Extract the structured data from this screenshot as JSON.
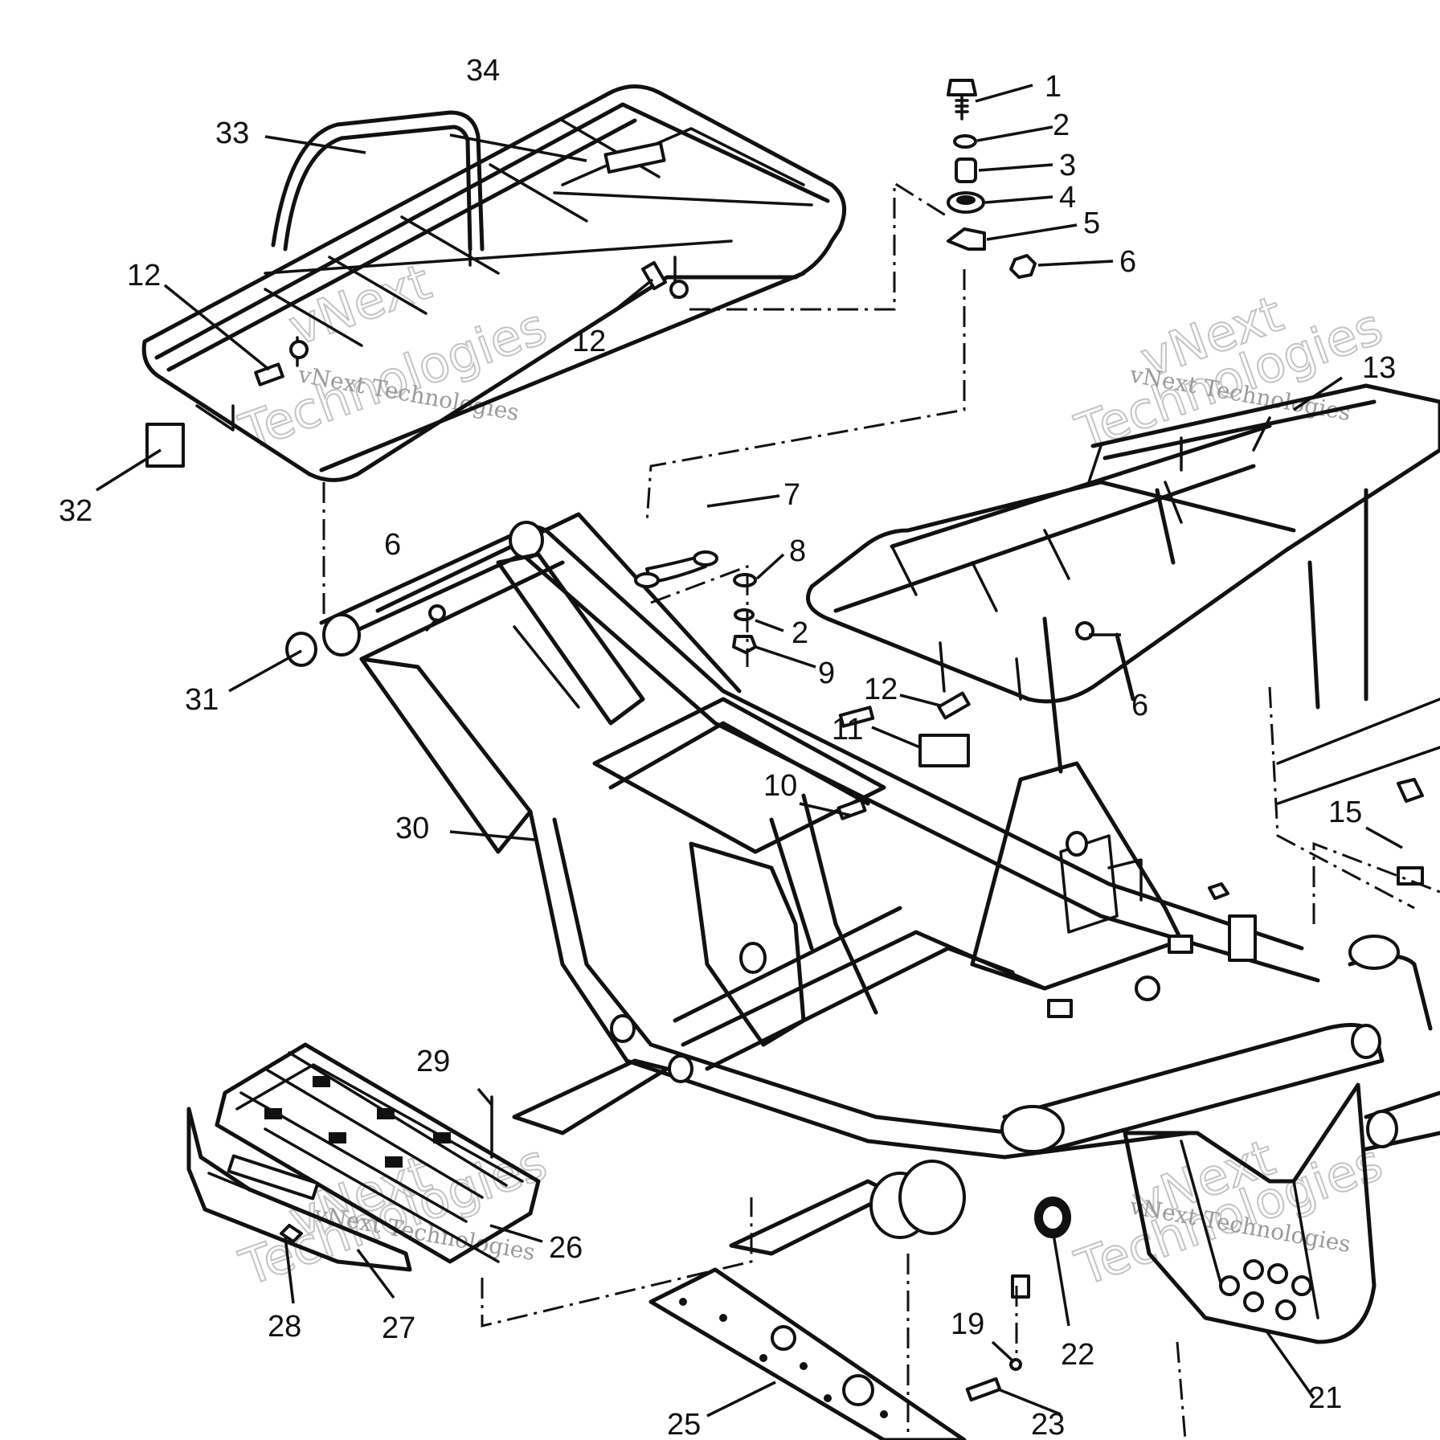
{
  "diagram": {
    "callouts": [
      "1",
      "2",
      "3",
      "4",
      "5",
      "6",
      "7",
      "8",
      "9",
      "10",
      "11",
      "12",
      "13",
      "15",
      "19",
      "21",
      "22",
      "23",
      "25",
      "26",
      "27",
      "28",
      "29",
      "30",
      "31",
      "32",
      "33",
      "34"
    ],
    "watermark": {
      "line1": "vNext",
      "line2": "Technologies",
      "caption": "vNext Technologies"
    }
  }
}
